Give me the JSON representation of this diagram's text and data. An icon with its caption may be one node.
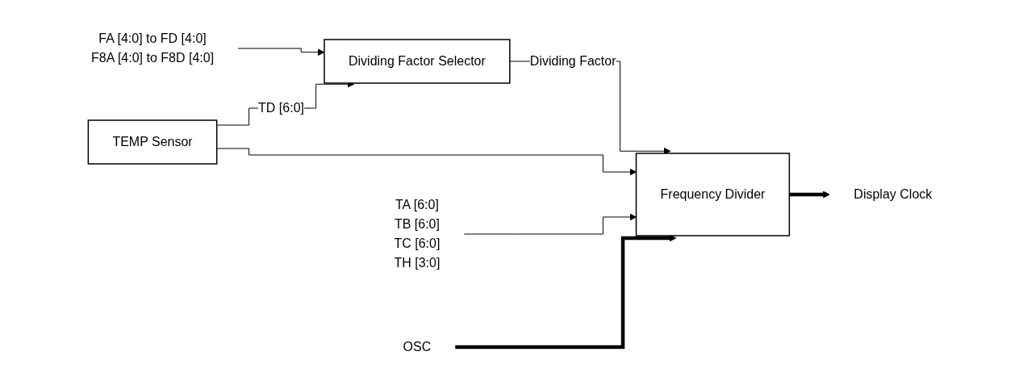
{
  "diagram": {
    "nodes": [
      {
        "text": [
          "FA [4:0] to FD [4:0]",
          "F8A [4:0] to F8D [4:0]"
        ]
      },
      {
        "text": [
          "TEMP Sensor"
        ]
      },
      {
        "text": [
          "Dividing Factor Selector"
        ]
      },
      {
        "text": [
          "TA [6:0]",
          "TB [6:0]",
          "TC [6:0]",
          "TH [3:0]"
        ]
      },
      {
        "text": [
          "OSC"
        ]
      },
      {
        "text": [
          "Frequency Divider"
        ]
      },
      {
        "text": [
          "Display Clock"
        ]
      }
    ],
    "edges": [
      {
        "from": 0,
        "to": 2,
        "arrow": "to"
      },
      {
        "from": 1,
        "to": 2,
        "arrow": "to",
        "label": "TD [6:0]"
      },
      {
        "from": 2,
        "to": 5,
        "arrow": "to",
        "label": "Dividing Factor"
      },
      {
        "from": 1,
        "to": 5,
        "arrow": "to"
      },
      {
        "from": 3,
        "to": 5,
        "arrow": "to"
      },
      {
        "from": 4,
        "to": 5,
        "arrow": "to",
        "style": "thick"
      },
      {
        "from": 5,
        "to": 6,
        "arrow": "to",
        "style": "thick"
      }
    ]
  }
}
